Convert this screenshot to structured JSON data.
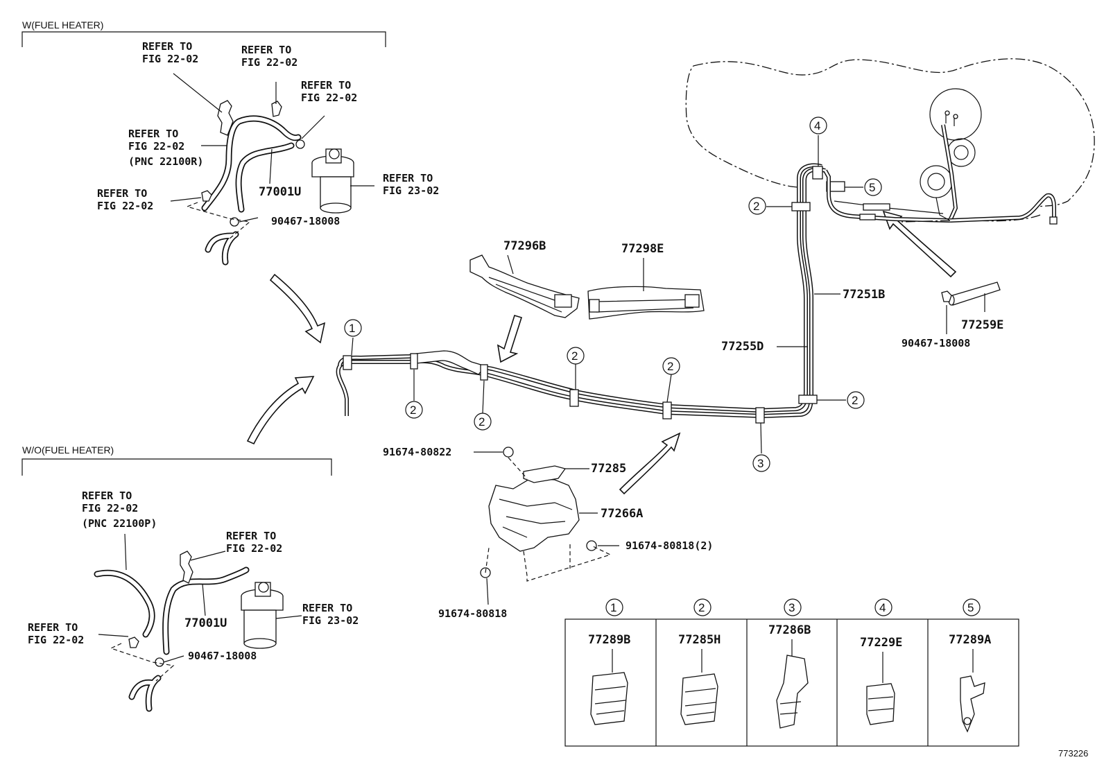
{
  "sections": {
    "with_heater": "W(FUEL HEATER)",
    "without_heater": "W/O(FUEL HEATER)"
  },
  "refs": {
    "r1_l1": "REFER TO",
    "r1_l2": "FIG 22-02",
    "r2_l1": "REFER TO",
    "r2_l2": "FIG 22-02",
    "r3_l1": "REFER TO",
    "r3_l2": "FIG 22-02",
    "r4_l1": "REFER TO",
    "r4_l2": "FIG 22-02",
    "r4_l3": "(PNC 22100R)",
    "r5_l1": "REFER TO",
    "r5_l2": "FIG 23-02",
    "r6_l1": "REFER TO",
    "r6_l2": "FIG 22-02",
    "r7_l1": "REFER TO",
    "r7_l2": "FIG 22-02",
    "r7_l3": "(PNC 22100P)",
    "r8_l1": "REFER TO",
    "r8_l2": "FIG 22-02",
    "r9_l1": "REFER TO",
    "r9_l2": "FIG 23-02",
    "r10_l1": "REFER TO",
    "r10_l2": "FIG 22-02"
  },
  "parts": {
    "p77001u_a": "77001U",
    "p77001u_b": "77001U",
    "p90467_a": "90467-18008",
    "p90467_b": "90467-18008",
    "p90467_c": "90467-18008",
    "p77296b": "77296B",
    "p77298e": "77298E",
    "p77251b": "77251B",
    "p77255d": "77255D",
    "p77259e": "77259E",
    "p91674_80822": "91674-80822",
    "p77285": "77285",
    "p77266a": "77266A",
    "p91674_80818_2": "91674-80818(2)",
    "p91674_80818": "91674-80818"
  },
  "callouts": {
    "c1": "1",
    "c2": "2",
    "c3": "3",
    "c4": "4",
    "c5": "5"
  },
  "legend": [
    {
      "num": "1",
      "part": "77289B"
    },
    {
      "num": "2",
      "part": "77285H"
    },
    {
      "num": "3",
      "part": "77286B"
    },
    {
      "num": "4",
      "part": "77229E"
    },
    {
      "num": "5",
      "part": "77289A"
    }
  ],
  "diagram_code": "773226"
}
